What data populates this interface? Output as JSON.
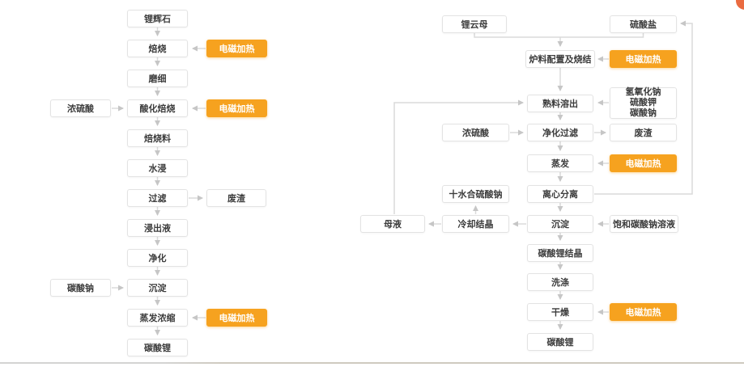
{
  "colors": {
    "heating_orange": "#F6A21F",
    "corner_badge": "#EA6B40",
    "box_border": "#e3e3e3",
    "connector_line": "#dadada",
    "arrowhead": "#c6c6c6",
    "text_dark": "#3c3c3c"
  },
  "labels": {
    "heating": "电磁加热"
  },
  "left_flow": {
    "steps": [
      "锂辉石",
      "焙烧",
      "磨细",
      "酸化焙烧",
      "焙烧料",
      "水浸",
      "过滤",
      "浸出液",
      "净化",
      "沉淀",
      "蒸发浓缩",
      "碳酸锂"
    ],
    "input_acid": "浓硫酸",
    "input_soda": "碳酸钠",
    "waste": "废渣"
  },
  "right_flow": {
    "source_lepidolite": "锂云母",
    "source_sulfate": "硫酸盐",
    "steps": [
      "炉料配置及烧结",
      "熟料溶出",
      "净化过滤",
      "蒸发",
      "离心分离",
      "沉淀",
      "碳酸锂结晶",
      "洗涤",
      "干燥",
      "碳酸锂"
    ],
    "reagents": [
      "氢氧化钠",
      "硫酸钾",
      "碳酸钠"
    ],
    "input_acid": "浓硫酸",
    "waste": "废渣",
    "byproduct_decahydrate": "十水合硫酸钠",
    "cooling_crystallization": "冷却结晶",
    "mother_liquor": "母液",
    "saturated_soda_solution": "饱和碳酸钠溶液"
  }
}
